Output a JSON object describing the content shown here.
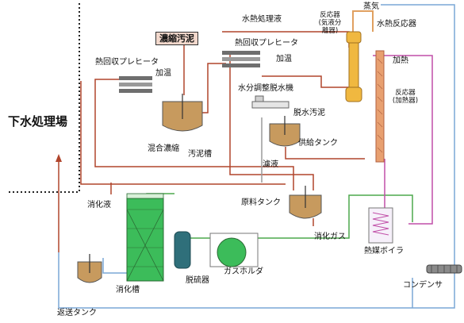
{
  "title": "下水処理場",
  "labels": {
    "concentrated_sludge": "濃縮汚泥",
    "hydrothermal_liquid": "水熱処理液",
    "reactor_gas_liquid_1": "反応器",
    "reactor_gas_liquid_2": "(気液分",
    "reactor_gas_liquid_3": "離器)",
    "steam": "蒸気",
    "hydrothermal_reactor": "水熱反応器",
    "heat_recovery_preheater_1": "熱回収プレヒータ",
    "heat_recovery_preheater_2": "熱回収プレヒータ",
    "warming_1": "加温",
    "warming_2": "加温",
    "heating": "加熱",
    "reactor_heater_1": "反応器",
    "reactor_heater_2": "(加熱器)",
    "moisture_dewatering": "水分調整脱水機",
    "dewatered_sludge": "脱水汚泥",
    "mixing_thickening": "混合濃縮",
    "sludge_tank": "汚泥槽",
    "supply_tank": "供給タンク",
    "filtrate": "濾液",
    "digestion_liquid": "消化液",
    "raw_material_tank": "原料タンク",
    "digestion_gas": "消化ガス",
    "heat_medium_boiler": "熱媒ボイラ",
    "gas_holder": "ガスホルダ",
    "desulfurizer": "脱硫器",
    "digestion_tank": "消化槽",
    "condenser": "コンデンサ",
    "return_tank": "返送タンク"
  },
  "colors": {
    "sludge_line": "#b0452c",
    "water_line": "#7aa7d6",
    "gas_line": "#4da84d",
    "heat_line": "#c04fa8",
    "steam_line": "#e0a060",
    "tank_fill": "#c79a5e",
    "digester_fill": "#3cbc5a",
    "reactor_fill": "#f0b840"
  }
}
